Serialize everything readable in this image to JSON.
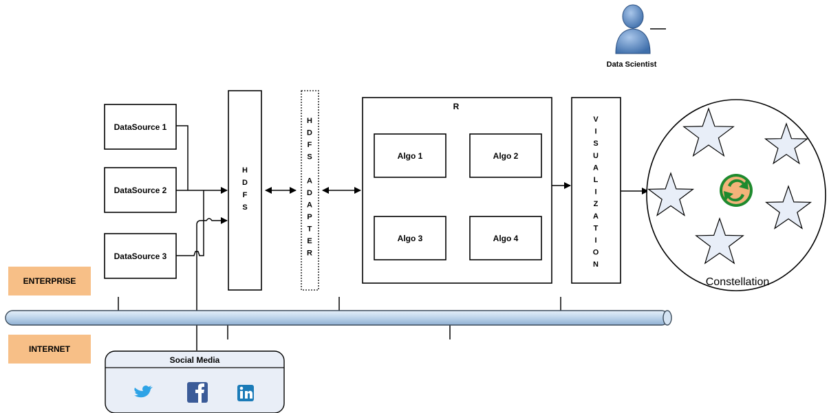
{
  "person": {
    "label": "Data Scientist",
    "icon": "person-icon"
  },
  "sources": [
    {
      "label": "DataSource 1"
    },
    {
      "label": "DataSource 2"
    },
    {
      "label": "DataSource 3"
    }
  ],
  "hdfs": {
    "letters": [
      "H",
      "D",
      "F",
      "S"
    ]
  },
  "adapter": {
    "letters": [
      "H",
      "D",
      "F",
      "S",
      "",
      "A",
      "D",
      "A",
      "P",
      "T",
      "E",
      "R"
    ]
  },
  "r_block": {
    "title": "R",
    "algos": [
      {
        "label": "Algo 1"
      },
      {
        "label": "Algo 2"
      },
      {
        "label": "Algo 3"
      },
      {
        "label": "Algo 4"
      }
    ]
  },
  "visualization": {
    "letters": [
      "V",
      "I",
      "S",
      "U",
      "A",
      "L",
      "I",
      "Z",
      "A",
      "T",
      "I",
      "O",
      "N"
    ]
  },
  "constellation": {
    "label": "Constellation",
    "center_icon": "recycle-icon"
  },
  "zones": {
    "enterprise": "ENTERPRISE",
    "internet": "INTERNET"
  },
  "social_media": {
    "title": "Social Media",
    "icons": [
      "twitter-icon",
      "facebook-icon",
      "linkedin-icon"
    ]
  },
  "colors": {
    "zone_tag": "#f7bf87",
    "pipe": "#bcd3ea",
    "social_panel": "#e9eef7",
    "person": "#6a93c7",
    "star_fill": "#e8eef8",
    "recycle_green": "#1e8a2e",
    "recycle_orange": "#f3b37a"
  }
}
